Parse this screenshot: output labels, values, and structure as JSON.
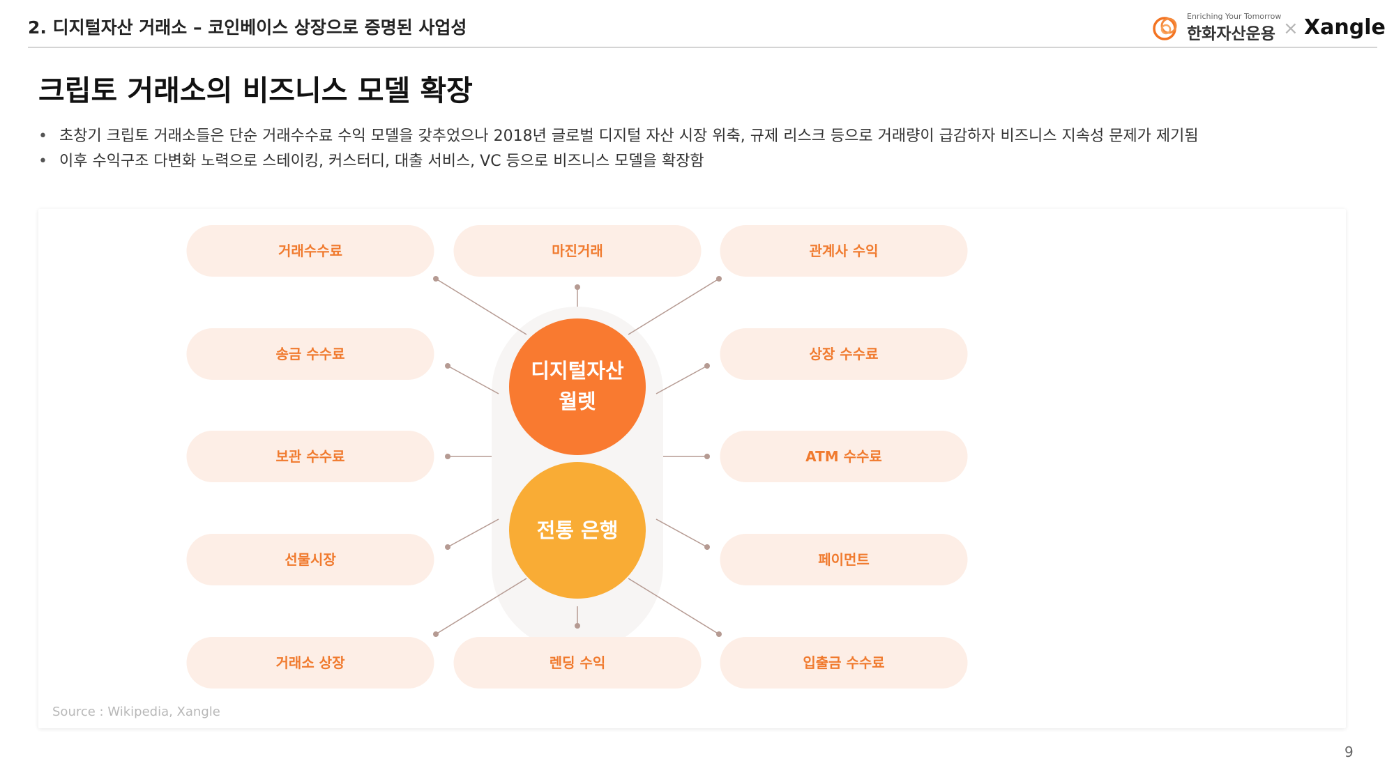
{
  "header": {
    "section_title": "2. 디지털자산 거래소 – 코인베이스 상장으로 증명된 사업성",
    "logo_tagline": "Enriching Your Tomorrow",
    "logo_name": "한화자산운용",
    "times": "×",
    "partner_name": "Xangle"
  },
  "page_heading": "크립토 거래소의 비즈니스 모델 확장",
  "bullets": [
    "초창기 크립토 거래소들은 단순 거래수수료 수익 모델을 갖추었으나 2018년 글로벌 디지털 자산 시장 위축, 규제 리스크 등으로 거래량이 급감하자 비즈니스 지속성 문제가 제기됨",
    "이후 수익구조 다변화 노력으로 스테이킹, 커스터디, 대출 서비스, VC 등으로 비즈니스 모델을 확장함"
  ],
  "bullet_glyph": "•",
  "diagram": {
    "colors": {
      "pill_bg": "#fdeee6",
      "pill_text": "#f07a2e",
      "connector": "#b59a92",
      "wallet_circle": "#f97a30",
      "bank_circle": "#f9ac35",
      "capsule_bg": "#f7f5f4"
    },
    "center_top": [
      "디지털자산",
      "월렛"
    ],
    "center_bottom": "전통 은행",
    "top_items": [
      "마진거래"
    ],
    "bottom_items": [
      "렌딩 수익"
    ],
    "left_items": [
      "거래수수료",
      "송금 수수료",
      "보관 수수료",
      "선물시장",
      "거래소 상장"
    ],
    "right_items": [
      "관계사 수익",
      "상장 수수료",
      "ATM 수수료",
      "페이먼트",
      "입출금 수수료"
    ]
  },
  "source": "Source : Wikipedia, Xangle",
  "page_number": "9"
}
